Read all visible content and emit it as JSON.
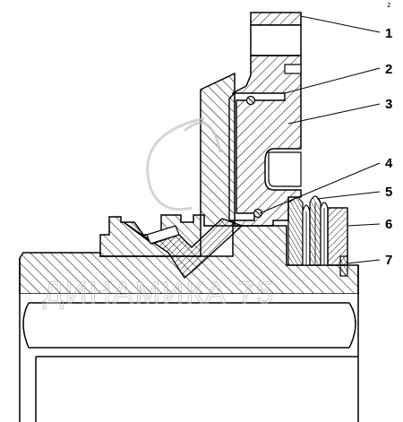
{
  "page_label": "2",
  "callouts": [
    {
      "num": "1"
    },
    {
      "num": "2"
    },
    {
      "num": "3"
    },
    {
      "num": "4"
    },
    {
      "num": "5"
    },
    {
      "num": "6"
    },
    {
      "num": "7"
    }
  ],
  "watermark": {
    "text": "ДИНАМИКА 75"
  },
  "colors": {
    "line": "#000000",
    "hatch": "#000000",
    "background": "#ffffff",
    "watermark": "#b8b8b8"
  }
}
